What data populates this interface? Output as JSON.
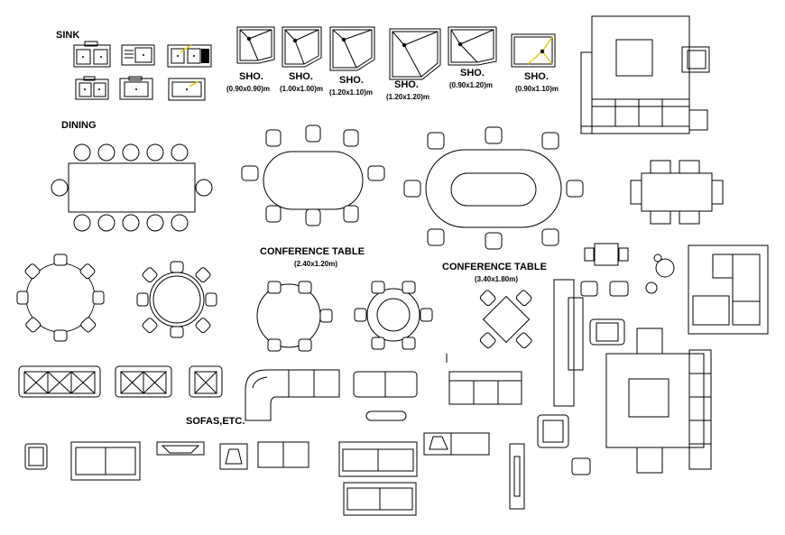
{
  "labels": {
    "sink": "SINK",
    "dining": "DINING",
    "sofas": "SOFAS,ETC.",
    "conf1_title": "CONFERENCE TABLE",
    "conf1_size": "(2.40x1.20m)",
    "conf2_title": "CONFERENCE TABLE",
    "conf2_size": "(3.40x1.80m)"
  },
  "showers": [
    {
      "title": "SHO.",
      "size": "(0.90x0.90)m"
    },
    {
      "title": "SHO.",
      "size": "(1.00x1.00)m"
    },
    {
      "title": "SHO.",
      "size": "(1.20x1.10)m"
    },
    {
      "title": "SHO.",
      "size": "(1.20x1.20)m"
    },
    {
      "title": "SHO.",
      "size": "(0.90x1.20)m"
    },
    {
      "title": "SHO.",
      "size": "(0.90x1.10)m"
    }
  ],
  "colors": {
    "line": "#000000",
    "background": "#ffffff",
    "accent": "#e6c800"
  }
}
